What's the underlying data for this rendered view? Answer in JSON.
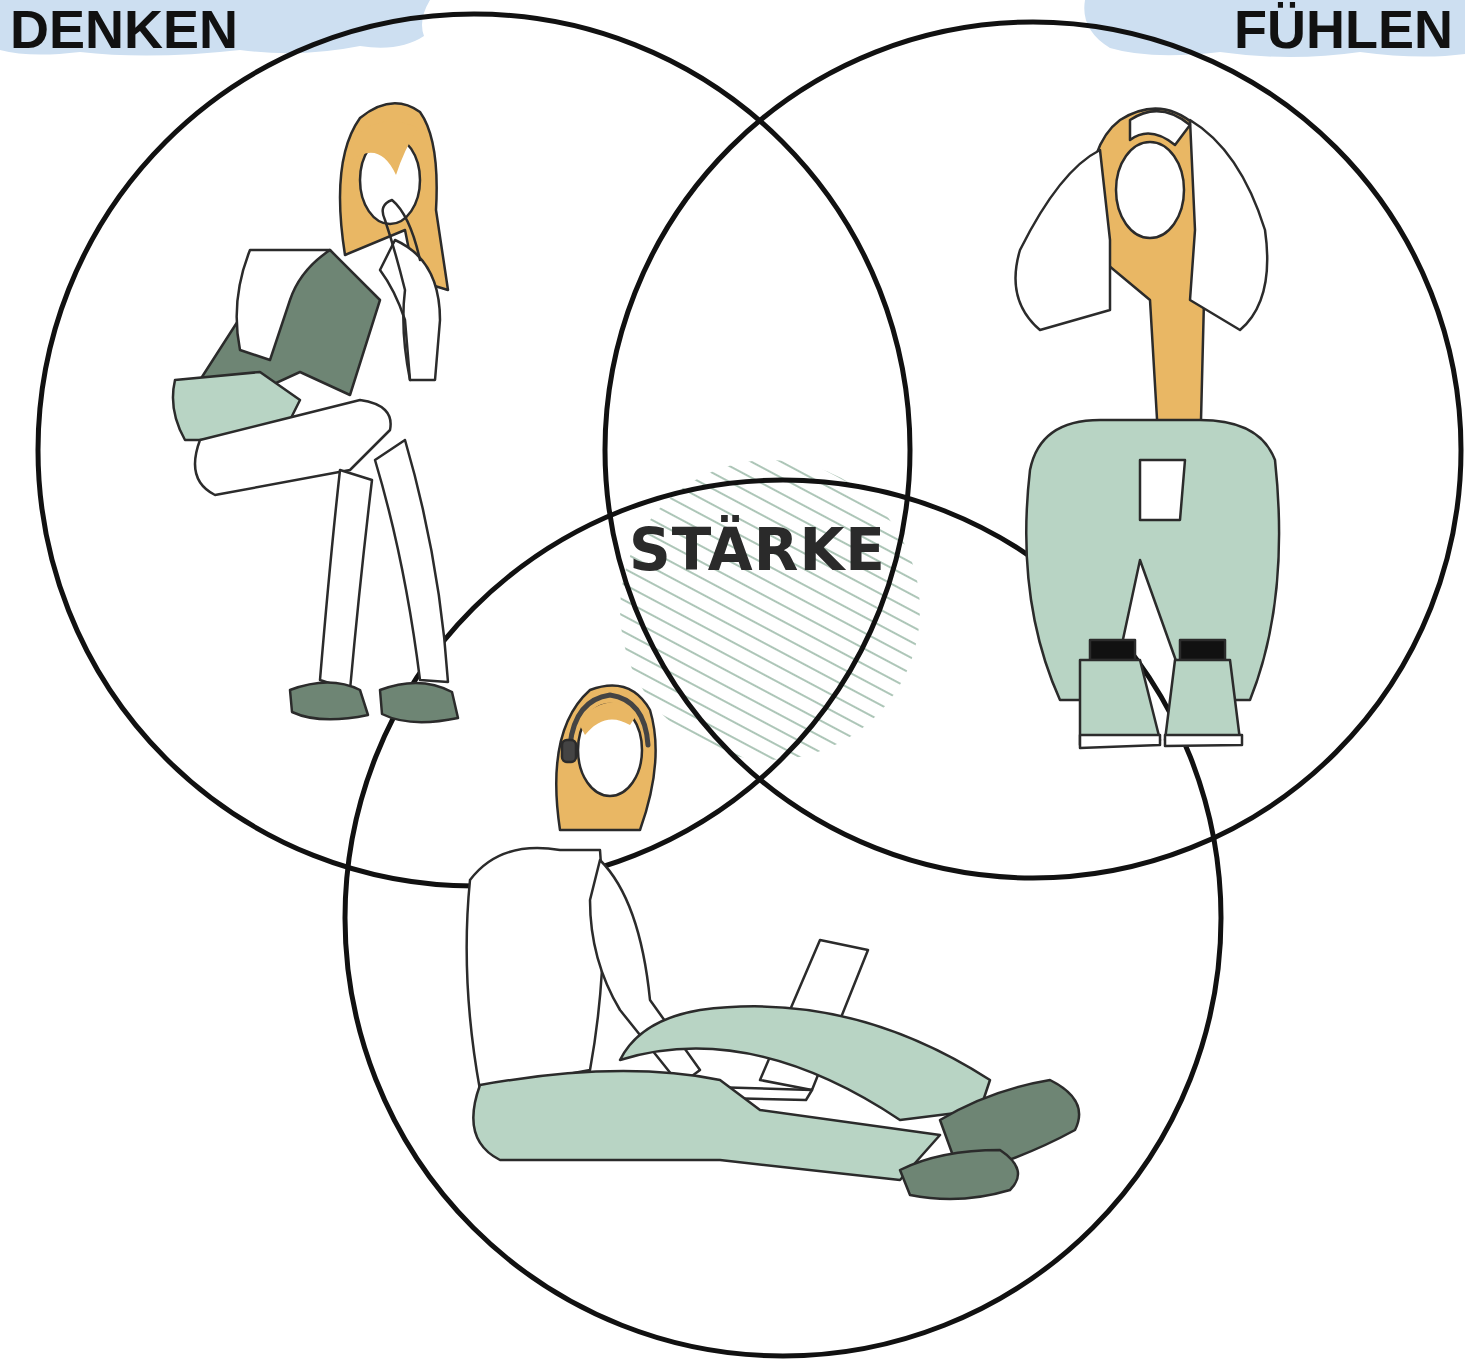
{
  "diagram": {
    "labels": [
      "DENKEN",
      "FÜHLEN",
      "STÄRKE"
    ]
  }
}
